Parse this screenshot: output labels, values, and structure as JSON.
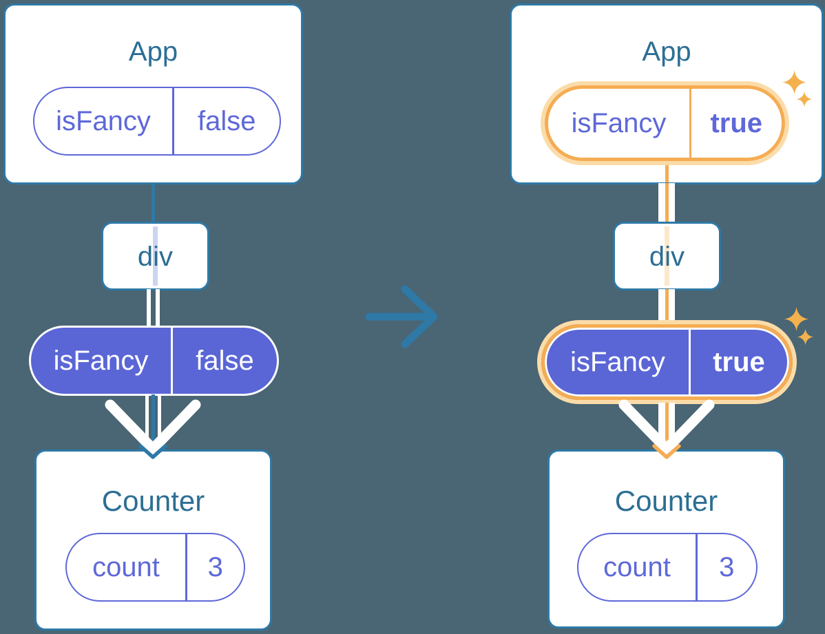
{
  "before": {
    "app": {
      "title": "App",
      "pill": {
        "key": "isFancy",
        "value": "false"
      }
    },
    "wrapper": {
      "title": "div"
    },
    "prop": {
      "key": "isFancy",
      "value": "false"
    },
    "counter": {
      "title": "Counter",
      "pill": {
        "key": "count",
        "value": "3"
      }
    }
  },
  "after": {
    "app": {
      "title": "App",
      "pill": {
        "key": "isFancy",
        "value": "true"
      }
    },
    "wrapper": {
      "title": "div"
    },
    "prop": {
      "key": "isFancy",
      "value": "true"
    },
    "counter": {
      "title": "Counter",
      "pill": {
        "key": "count",
        "value": "3"
      }
    }
  },
  "icons": {
    "transition": "right-arrow-icon",
    "highlight": "sparkles-icon",
    "flow_before": "down-arrow-icon",
    "flow_after": "down-arrow-icon"
  },
  "colors": {
    "background": "#4A6573",
    "card_border": "#2E79A6",
    "heading_text": "#2C6E94",
    "purple": "#5E68D8",
    "purple_fill": "#5A66D6",
    "orange": "#F5AC53",
    "orange_glow": "#FBDCA9",
    "faint_lavender": "#CBD5EF",
    "faint_peach": "#FCE8CB",
    "white": "#FFFFFF"
  }
}
